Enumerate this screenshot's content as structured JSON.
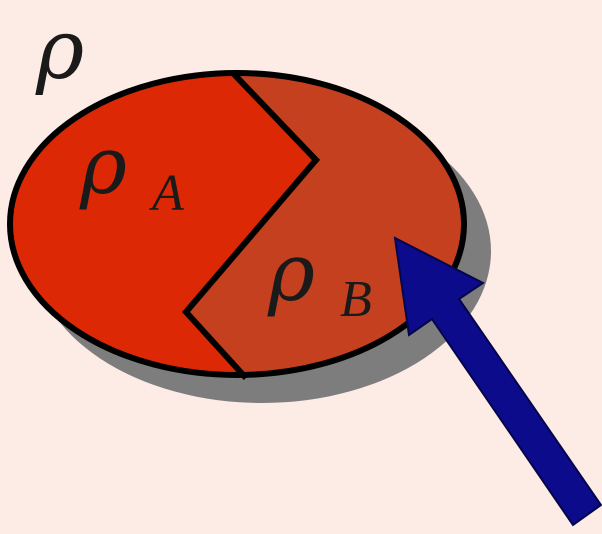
{
  "labels": {
    "whole": "ρ",
    "part_a_symbol": "ρ",
    "part_a_subscript": "A",
    "part_b_symbol": "ρ",
    "part_b_subscript": "B"
  },
  "colors": {
    "background": "#fdebe6",
    "region_a": "#dc2804",
    "region_b": "#c4401e",
    "shadow": "#7d7d7d",
    "outline": "#000000",
    "arrow": "#0b0b8c"
  }
}
